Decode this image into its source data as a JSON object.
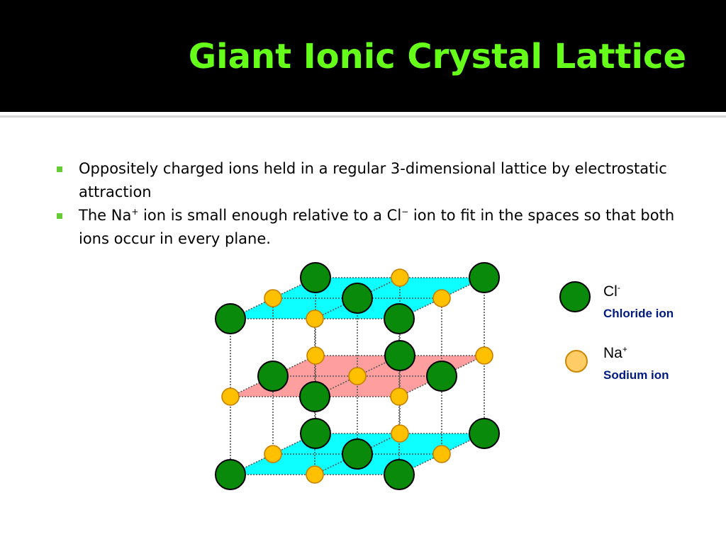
{
  "slide": {
    "title": "Giant Ionic Crystal Lattice",
    "bullets": [
      {
        "text": "Oppositely charged ions held in a regular 3-dimensional lattice by electrostatic attraction"
      },
      {
        "text_parts": [
          "The Na",
          "+",
          " ion is small enough relative to a Cl",
          "−",
          " ion to fit in the spaces so that both ions occur in every plane."
        ]
      }
    ]
  },
  "legend": {
    "chloride": {
      "symbol": "Cl",
      "charge": "-",
      "name": "Chloride ion",
      "color": "#0a8a0a"
    },
    "sodium": {
      "symbol": "Na",
      "charge": "+",
      "name": "Sodium ion",
      "color": "#ffcc66"
    }
  },
  "colors": {
    "title": "#66ff1a",
    "title_bar": "#000000",
    "bullet_marker": "#66cc33",
    "plane_top_bottom": "#00ffff",
    "plane_middle": "#ff9999",
    "legend_name": "#001a80"
  }
}
